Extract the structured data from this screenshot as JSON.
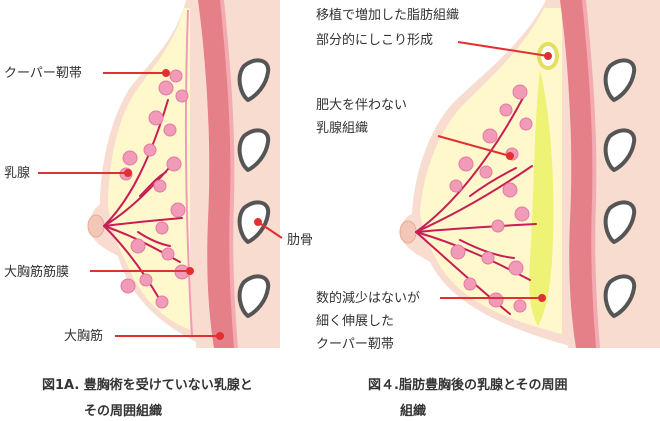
{
  "colors": {
    "skin": "#f8dcd0",
    "skin_dark": "#f2c7b8",
    "fat": "#fff8cc",
    "muscle": "#e57f88",
    "muscle_light": "#f3aab0",
    "gland": "#c81d55",
    "lobule": "#f19bb8",
    "rib_fill": "#ffffff",
    "rib_stroke": "#555555",
    "graft": "#eef275",
    "leader": "#e03131",
    "text": "#333333"
  },
  "left_figure": {
    "labels": {
      "cooper": "クーパー靭帯",
      "gland": "乳腺",
      "fascia": "大胸筋筋膜",
      "muscle": "大胸筋",
      "rib": "肋骨"
    },
    "caption": {
      "line1": "図1A. 豊胸術を受けていない乳腺と",
      "line2": "その周囲組織"
    }
  },
  "right_figure": {
    "labels": {
      "calc_line1": "移植で増加した脂肪組織",
      "calc_line2": "部分的にしこり形成",
      "hyper_line1": "肥大を伴わない",
      "hyper_line2": "乳腺組織",
      "cooper_line1": "数的減少はないが",
      "cooper_line2": "細く伸展した",
      "cooper_line3": "クーパー靭帯"
    },
    "caption": {
      "line1": "図４.脂肪豊胸後の乳腺とその周囲",
      "line2": "組織"
    }
  }
}
